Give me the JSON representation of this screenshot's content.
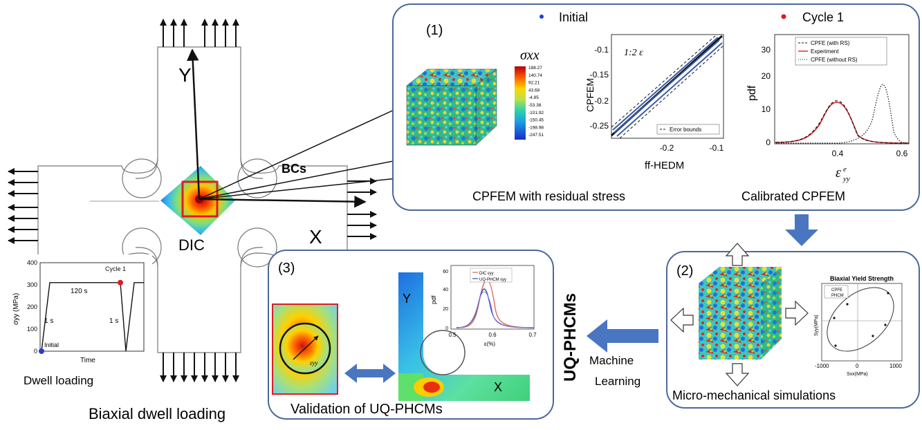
{
  "colors": {
    "panel_border": "#4a6899",
    "arrow_blue": "#4a75c0",
    "frame_red": "#e01b24",
    "initial_blue": "#1f3fd8",
    "cycle_red": "#e01b24"
  },
  "specimen": {
    "y_label": "Y",
    "x_label": "X",
    "dic_label": "DIC",
    "bcs_label": "BCs",
    "caption": "Biaxial dwell loading"
  },
  "dwell": {
    "caption": "Dwell loading",
    "ylabel": "σyy (MPa)",
    "xlabel": "Time",
    "yticks": [
      "0",
      "100",
      "200",
      "300",
      "400"
    ],
    "hold_label": "120 s",
    "ramp_up_label": "1 s",
    "ramp_down_label": "1 s",
    "start_label": "Initial",
    "end_label": "Cycle 1",
    "start_stress": 0,
    "hold_stress": 310,
    "ymax": 400
  },
  "panel1": {
    "number": "(1)",
    "legend_initial": "Initial",
    "legend_cycle": "Cycle 1",
    "caption_left": "CPFEM with residual stress",
    "caption_right": "Calibrated CPFEM",
    "colorbar_title": "σxx",
    "colorbar_ticks": [
      "188.27",
      "140.74",
      "92.21",
      "43.68",
      "-4.85",
      "-53.38",
      "-101.92",
      "-150.45",
      "-198.98",
      "-247.51"
    ],
    "scatter": {
      "xlabel": "ff-HEDM",
      "ylabel": "CPFEM",
      "xticks": [
        "-0.2",
        "-0.1"
      ],
      "yticks": [
        "-0.1",
        "-0.15",
        "-0.2",
        "-0.25"
      ],
      "annotation": "1:2 ε",
      "legend": "Error bounds"
    },
    "pdf": {
      "ylabel": "pdf",
      "xlabel": "ε",
      "xticks": [
        "0.4",
        "0.6"
      ],
      "yticks": [
        "0",
        "10",
        "20",
        "30"
      ],
      "legend": [
        "CPFE (with RS)",
        "Experiment",
        "CPFE (without RS)"
      ]
    }
  },
  "panel2": {
    "number": "(2)",
    "caption": "Micro-mechanical simulations",
    "ellipse_title": "Biaxial Yield Strength",
    "legend": [
      "CPFE",
      "PHCM"
    ],
    "xticks": [
      "-1000",
      "0",
      "1000"
    ],
    "xlabel": "Sxx(MPa)",
    "ylabel": "Syy(MPa)"
  },
  "panel3": {
    "number": "(3)",
    "caption": "Validation of UQ-PHCMs",
    "y_label": "Y",
    "x_label": "X",
    "inset_ylabel": "pdf",
    "inset_xlabel": "ε(%)",
    "inset_xticks": [
      "0.5",
      "0.6",
      "0.7"
    ],
    "inset_yticks": [
      "0",
      "20",
      "40",
      "60"
    ],
    "inset_legend": [
      "DIC εyy",
      "UQ-PHCM εyy"
    ],
    "circle_label": "εyy"
  },
  "side": {
    "uq_label": "UQ-PHCMs",
    "ml_line1": "Machine",
    "ml_line2": "Learning"
  }
}
